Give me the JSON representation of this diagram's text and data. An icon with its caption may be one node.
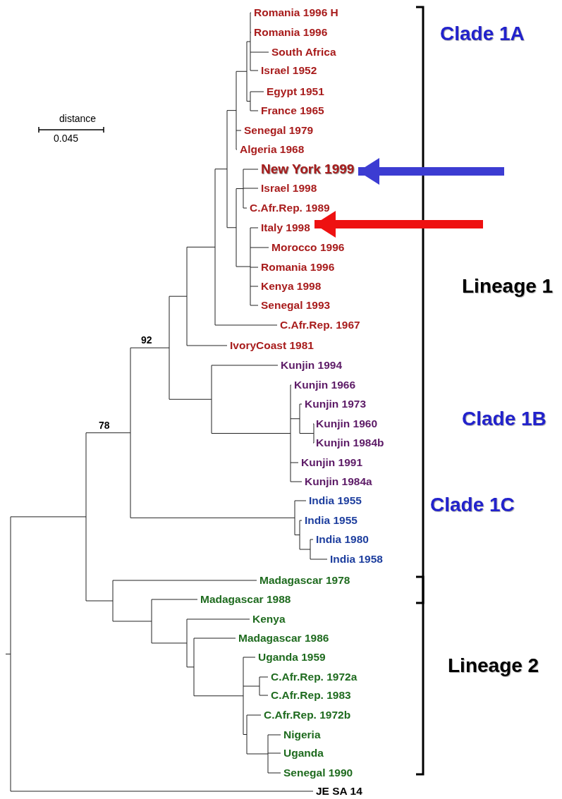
{
  "diagram": {
    "nodes": [
      {
        "text": [
          "Romania 1996 H"
        ]
      },
      {
        "text": [
          "Romania 1996"
        ]
      },
      {
        "text": [
          "South Africa"
        ]
      },
      {
        "text": [
          "Israel 1952"
        ]
      },
      {
        "text": [
          "Egypt 1951"
        ]
      },
      {
        "text": [
          "France 1965"
        ]
      },
      {
        "text": [
          "Senegal 1979"
        ]
      },
      {
        "text": [
          "Algeria 1968"
        ]
      },
      {
        "text": [
          "New York 1999"
        ]
      },
      {
        "text": [
          "Israel 1998"
        ]
      },
      {
        "text": [
          "C.Afr.Rep. 1989"
        ]
      },
      {
        "text": [
          "Italy 1998"
        ]
      },
      {
        "text": [
          "Morocco 1996"
        ]
      },
      {
        "text": [
          "Romania 1996"
        ]
      },
      {
        "text": [
          "Kenya 1998"
        ]
      },
      {
        "text": [
          "Senegal 1993"
        ]
      },
      {
        "text": [
          "C.Afr.Rep. 1967"
        ]
      },
      {
        "text": [
          "IvoryCoast 1981"
        ]
      },
      {
        "text": [
          "Kunjin 1994"
        ]
      },
      {
        "text": [
          "Kunjin 1966"
        ]
      },
      {
        "text": [
          "Kunjin 1973"
        ]
      },
      {
        "text": [
          "Kunjin 1960"
        ]
      },
      {
        "text": [
          "Kunjin 1984b"
        ]
      },
      {
        "text": [
          "Kunjin 1991"
        ]
      },
      {
        "text": [
          "Kunjin 1984a"
        ]
      },
      {
        "text": [
          "India 1955"
        ]
      },
      {
        "text": [
          "India 1955"
        ]
      },
      {
        "text": [
          "India 1980"
        ]
      },
      {
        "text": [
          "India 1958"
        ]
      },
      {
        "text": [
          "Madagascar 1978"
        ]
      },
      {
        "text": [
          "Madagascar 1988"
        ]
      },
      {
        "text": [
          "Kenya"
        ]
      },
      {
        "text": [
          "Madagascar 1986"
        ]
      },
      {
        "text": [
          "Uganda 1959"
        ]
      },
      {
        "text": [
          "C.Afr.Rep. 1972a"
        ]
      },
      {
        "text": [
          "C.Afr.Rep. 1983"
        ]
      },
      {
        "text": [
          "C.Afr.Rep. 1972b"
        ]
      },
      {
        "text": [
          "Nigeria"
        ]
      },
      {
        "text": [
          "Uganda"
        ]
      },
      {
        "text": [
          "Senegal 1990"
        ]
      },
      {
        "text": [
          "JE SA 14"
        ]
      }
    ],
    "edges": [
      {
        "from": null,
        "to": 8,
        "arrow": "to",
        "color": "#3c3cd2"
      },
      {
        "from": null,
        "to": 11,
        "arrow": "to",
        "color": "#ee1111"
      }
    ],
    "labels": [
      "distance",
      "0.045",
      "92",
      "78",
      "Clade 1A",
      "Lineage 1",
      "Clade 1B",
      "Clade 1C",
      "Lineage 2"
    ]
  }
}
